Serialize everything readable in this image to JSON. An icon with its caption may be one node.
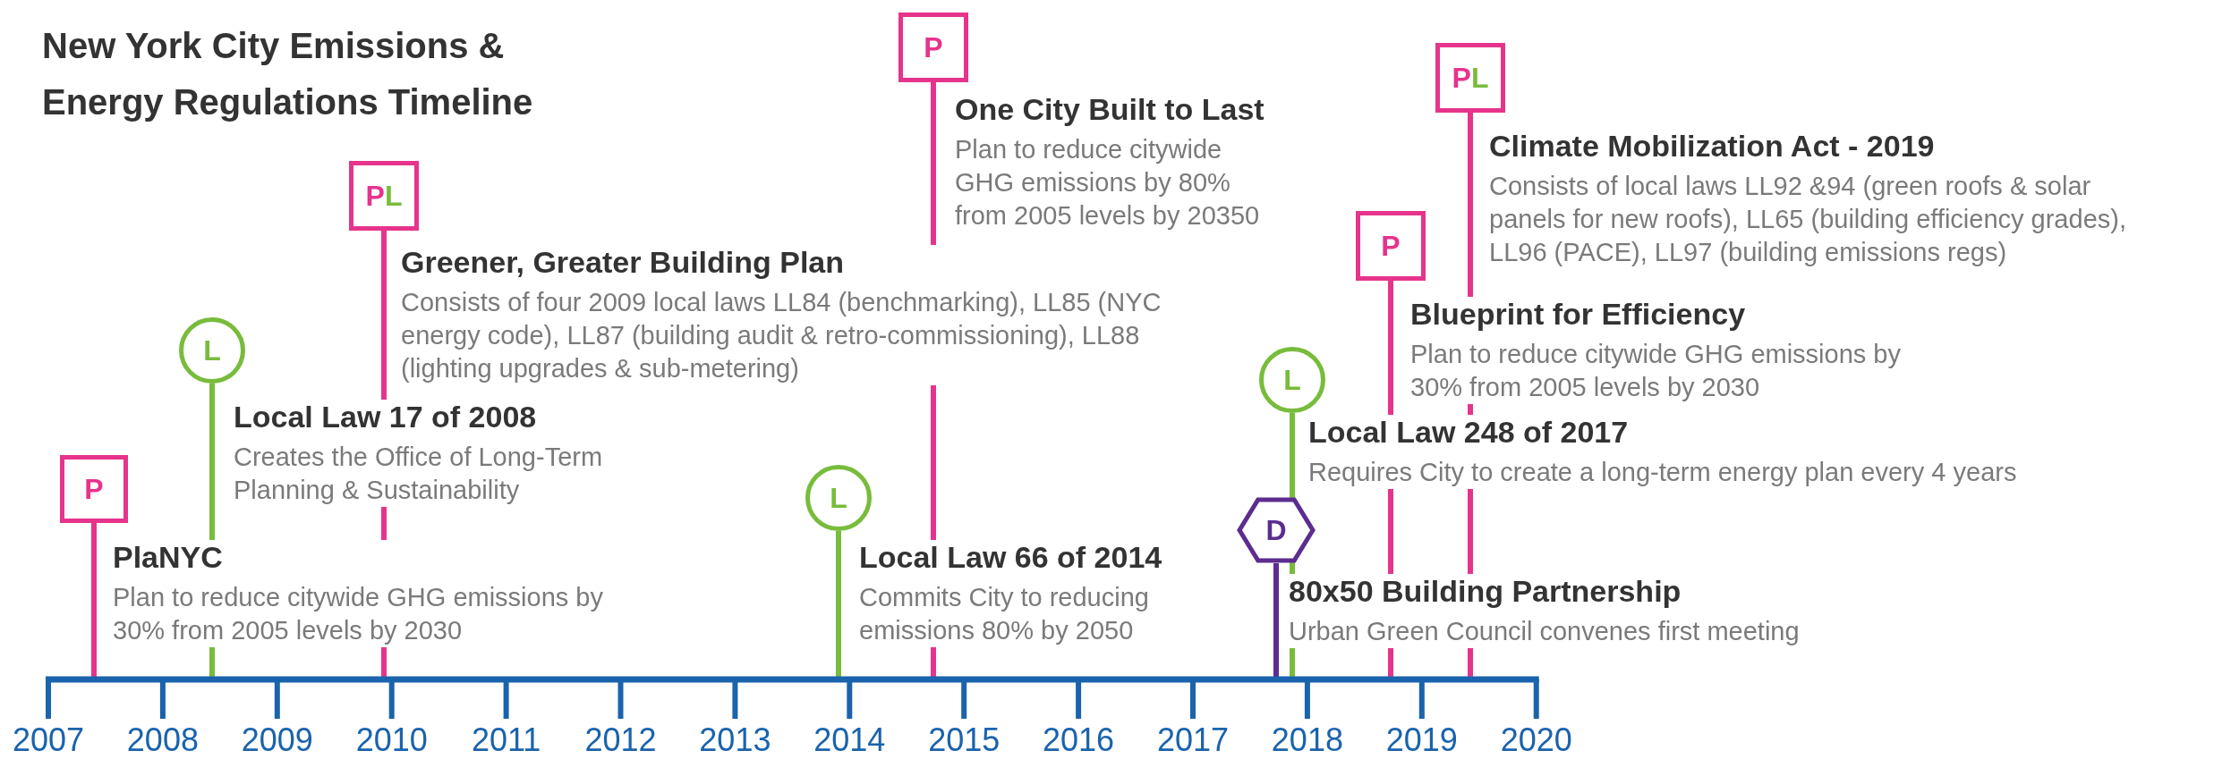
{
  "diagram": {
    "title": "New York City Emissions & Energy Regulations Timeline",
    "nodes": [
      {
        "text": [
          "P"
        ],
        "beside": [
          "PlaNYC",
          "Plan to reduce citywide GHG emissions by 30% from 2005 levels by 2030"
        ]
      },
      {
        "text": [
          "L"
        ],
        "beside": [
          "Local Law 17 of 2008",
          "Creates the Office of Long-Term Planning & Sustainability"
        ]
      },
      {
        "text": [
          "P",
          "L"
        ],
        "beside": [
          "Greener, Greater Building Plan",
          "Consists of four 2009 local laws LL84 (benchmarking), LL85 (NYC energy code), LL87 (building audit & retro-commissioning), LL88 (lighting upgrades & sub-metering)"
        ]
      },
      {
        "text": [
          "L"
        ],
        "beside": [
          "Local Law 66 of 2014",
          "Commits City to reducing emissions 80% by 2050"
        ]
      },
      {
        "text": [
          "P"
        ],
        "beside": [
          "One City Built to Last",
          "Plan to reduce citywide GHG emissions by 80% from 2005 levels by 20350"
        ]
      },
      {
        "text": [
          "D"
        ],
        "beside": [
          "80x50 Building Partnership",
          "Urban Green Council convenes first meeting"
        ]
      },
      {
        "text": [
          "L"
        ],
        "beside": [
          "Local Law 248 of 2017",
          "Requires City to create a long-term energy plan every 4 years"
        ]
      },
      {
        "text": [
          "P"
        ],
        "beside": [
          "Blueprint for Efficiency",
          "Plan to reduce citywide GHG emissions by 30% from 2005 levels by 2030"
        ]
      },
      {
        "text": [
          "P",
          "L"
        ],
        "beside": [
          "Climate Mobilization Act - 2019",
          "Consists of local laws LL92 &94 (green roofs & solar panels for new roofs), LL65 (building efficiency grades), LL96 (PACE), LL97 (building emissions regs)"
        ]
      }
    ],
    "edges": [
      {
        "from": 0,
        "to": null,
        "arrow": "none",
        "color": "#e6348c"
      },
      {
        "from": 1,
        "to": null,
        "arrow": "none",
        "color": "#78bc3c"
      },
      {
        "from": 2,
        "to": null,
        "arrow": "none",
        "color": "#e6348c"
      },
      {
        "from": 3,
        "to": null,
        "arrow": "none",
        "color": "#78bc3c"
      },
      {
        "from": 4,
        "to": null,
        "arrow": "none",
        "color": "#e6348c"
      },
      {
        "from": 5,
        "to": null,
        "arrow": "none",
        "color": "#5c2d8f"
      },
      {
        "from": 6,
        "to": null,
        "arrow": "none",
        "color": "#78bc3c"
      },
      {
        "from": 7,
        "to": null,
        "arrow": "none",
        "color": "#e6348c"
      },
      {
        "from": 8,
        "to": null,
        "arrow": "none",
        "color": "#e6348c"
      }
    ],
    "labels": [
      "2007",
      "2008",
      "2009",
      "2010",
      "2011",
      "2012",
      "2013",
      "2014",
      "2015",
      "2016",
      "2017",
      "2018",
      "2019",
      "2020"
    ]
  }
}
